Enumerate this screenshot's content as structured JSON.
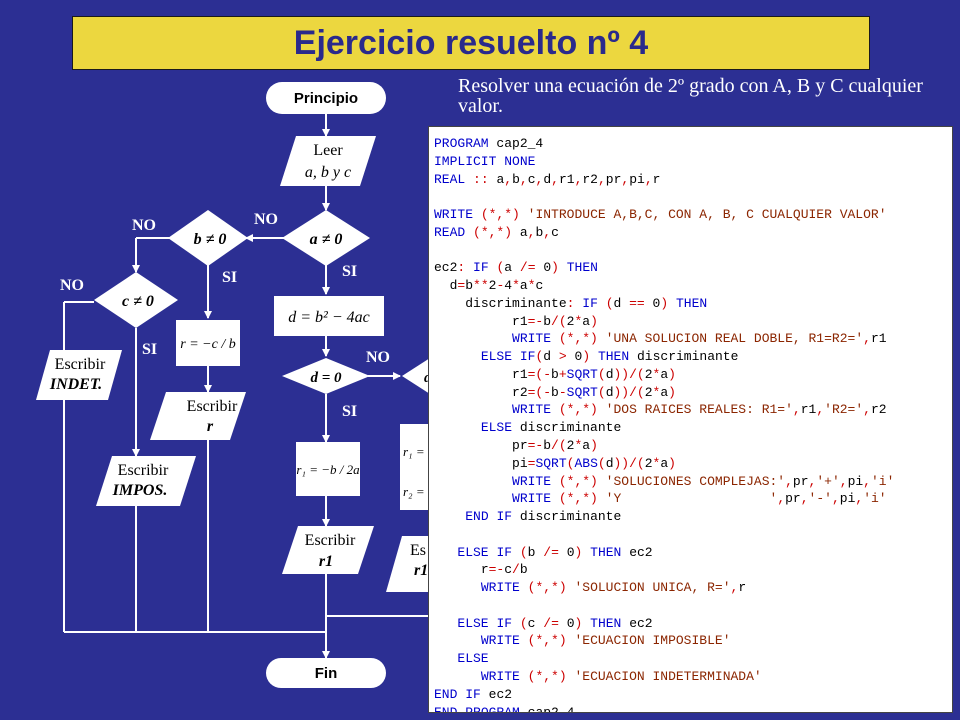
{
  "title": "Ejercicio resuelto nº 4",
  "description": "Resolver una ecuación de 2º grado con A, B y C cualquier valor.",
  "colors": {
    "background": "#2c2f93",
    "title_bar": "#ecd73f",
    "title_text": "#2a2a8c"
  },
  "flowchart": {
    "start": "Principio",
    "end": "Fin",
    "read": {
      "line1": "Leer",
      "line2": "a, b y c"
    },
    "cond_a": "a ≠ 0",
    "cond_b": "b ≠ 0",
    "cond_c": "c ≠ 0",
    "cond_d0": "d = 0",
    "cond_d_partial": "d",
    "calc_d": "d = b² − 4ac",
    "calc_r": "r = −c / b",
    "calc_r1": "r₁ = −b / 2a",
    "calc_r1_partial": "r₁ =",
    "calc_r2_partial": "r₂ =",
    "write_r": {
      "line1": "Escribir",
      "line2": "r"
    },
    "write_indet": {
      "line1": "Escribir",
      "line2": "INDET."
    },
    "write_impos": {
      "line1": "Escribir",
      "line2": "IMPOS."
    },
    "write_r1": {
      "line1": "Escribir",
      "line2": "r1"
    },
    "write_r1r2": {
      "line1": "Es",
      "line2": "r1"
    },
    "labels": {
      "no": "NO",
      "si": "SI"
    }
  },
  "code": [
    "PROGRAM cap2_4",
    "IMPLICIT NONE",
    "REAL :: a,b,c,d,r1,r2,pr,pi,r",
    "",
    "WRITE (*,*) 'INTRODUCE A,B,C, CON A, B, C CUALQUIER VALOR'",
    "READ (*,*) a,b,c",
    "",
    "ec2: IF (a /= 0) THEN",
    "  d=b**2-4*a*c",
    "    discriminante: IF (d == 0) THEN",
    "          r1=-b/(2*a)",
    "          WRITE (*,*) 'UNA SOLUCION REAL DOBLE, R1=R2=',r1",
    "      ELSE IF(d > 0) THEN discriminante",
    "          r1=(-b+SQRT(d))/(2*a)",
    "          r2=(-b-SQRT(d))/(2*a)",
    "          WRITE (*,*) 'DOS RAICES REALES: R1=',r1,'R2=',r2",
    "      ELSE discriminante",
    "          pr=-b/(2*a)",
    "          pi=SQRT(ABS(d))/(2*a)",
    "          WRITE (*,*) 'SOLUCIONES COMPLEJAS:',pr,'+',pi,'i'",
    "          WRITE (*,*) 'Y                   ',pr,'-',pi,'i'",
    "    END IF discriminante",
    "",
    "   ELSE IF (b /= 0) THEN ec2",
    "      r=-c/b",
    "      WRITE (*,*) 'SOLUCION UNICA, R=',r",
    "",
    "   ELSE IF (c /= 0) THEN ec2",
    "      WRITE (*,*) 'ECUACION IMPOSIBLE'",
    "   ELSE",
    "      WRITE (*,*) 'ECUACION INDETERMINADA'",
    "END IF ec2",
    "END PROGRAM cap2_4"
  ]
}
